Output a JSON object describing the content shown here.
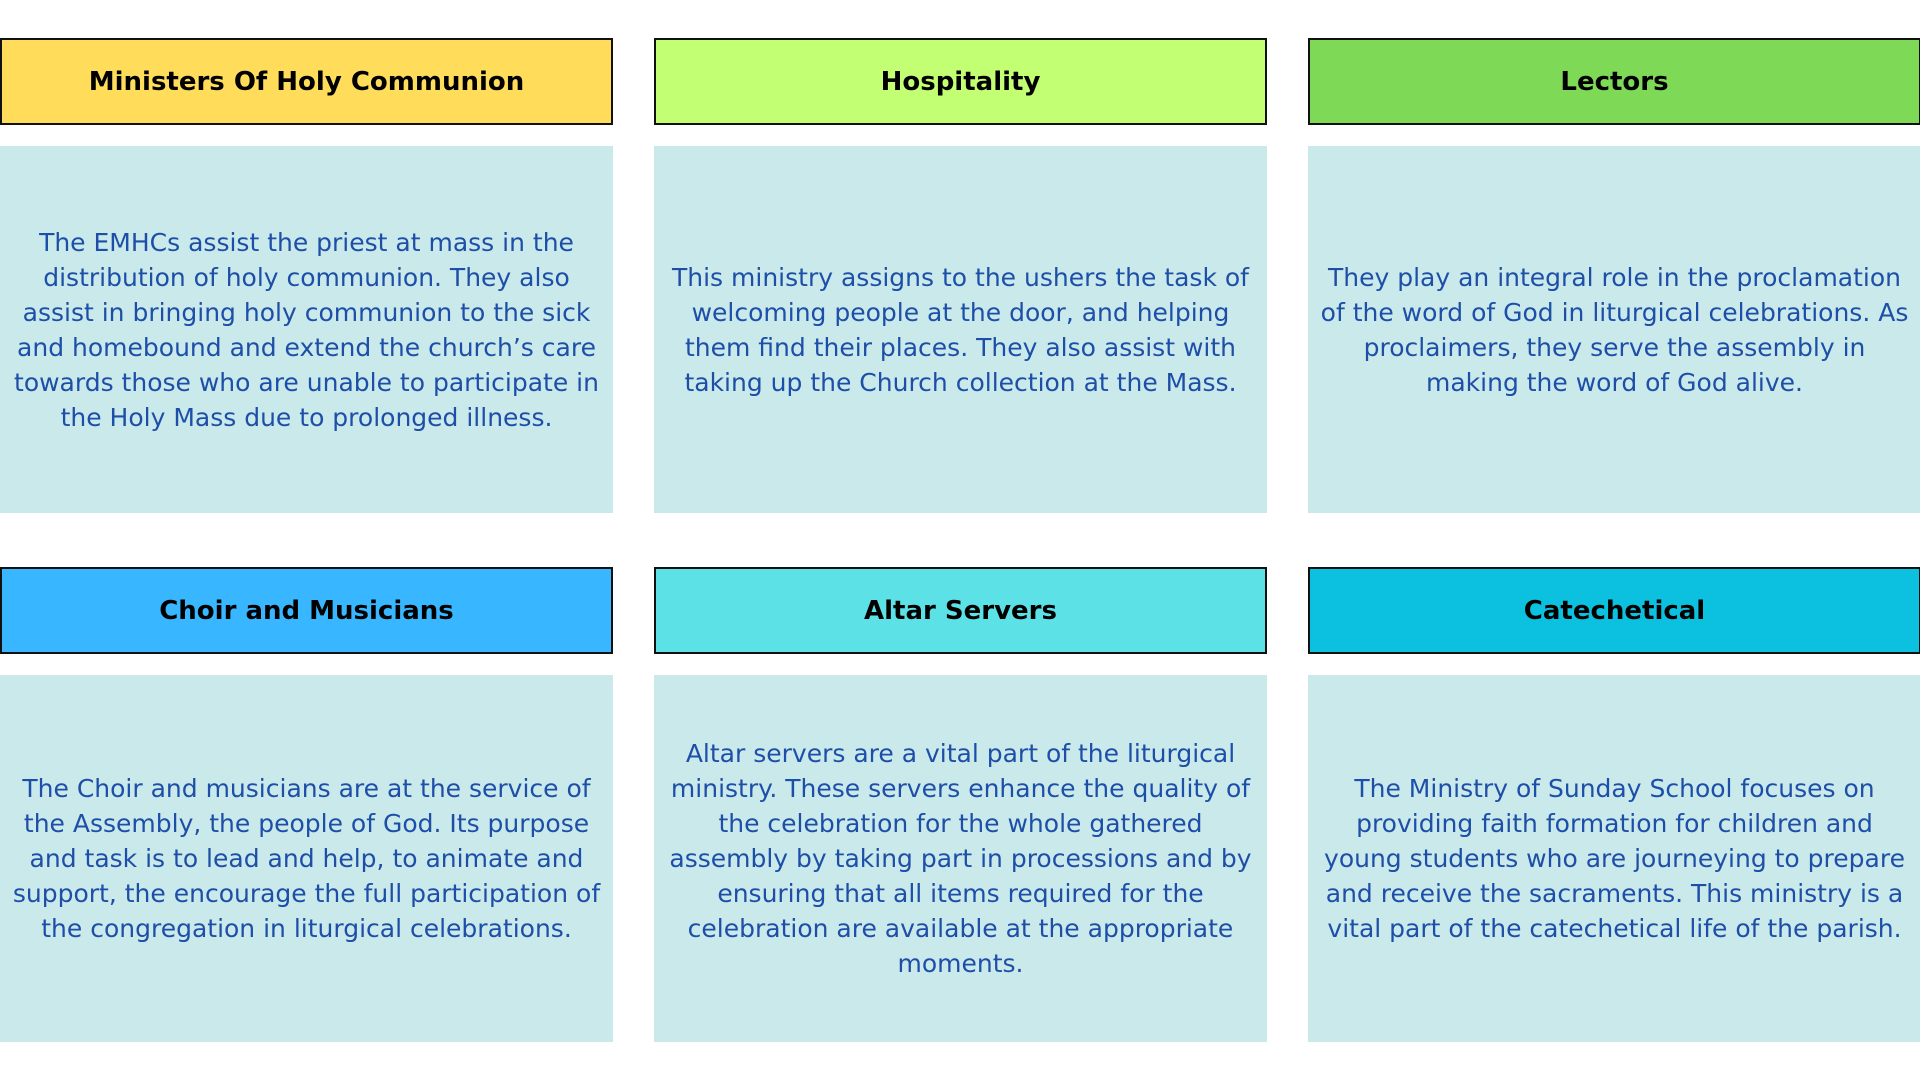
{
  "cards": [
    {
      "title": "Ministers Of Holy Communion",
      "header_color": "#ffdd5b",
      "text": "The EMHCs assist the priest at mass in the distribution of holy communion. They also assist in bringing holy communion to the sick and homebound and extend the church’s care towards those who are unable to participate in the Holy Mass due to prolonged illness."
    },
    {
      "title": "Hospitality",
      "header_color": "#c2ff72",
      "text": "This ministry assigns to the ushers the task of welcoming people at the door, and helping them find their places. They also assist with taking up the Church collection at the Mass."
    },
    {
      "title": "Lectors",
      "header_color": "#7ed957",
      "text": "They play an integral role in the proclamation of the word of God in liturgical celebrations. As proclaimers, they serve the assembly in making the word of God alive."
    },
    {
      "title": "Choir and Musicians",
      "header_color": "#38b6ff",
      "text": "The Choir and musicians are at the service of the Assembly, the people of God. Its purpose and task is to lead and help, to animate and support, the encourage the full participation of the congregation in liturgical celebrations."
    },
    {
      "title": "Altar Servers",
      "header_color": "#5ce1e6",
      "text": "Altar servers are a vital part of the liturgical ministry. These servers enhance the quality of the celebration for the whole gathered assembly by taking part in processions and by ensuring that all items required for the celebration are available at the appropriate moments."
    },
    {
      "title": "Catechetical",
      "header_color": "#0cc0df",
      "text": "The Ministry of Sunday School focuses on providing faith formation for children and young students who are journeying to prepare and receive the sacraments. This ministry is a vital part of the catechetical life of the parish."
    }
  ],
  "colors": {
    "body_background": "#cae9ea",
    "body_text": "#1e4fa8",
    "border": "#111111"
  }
}
